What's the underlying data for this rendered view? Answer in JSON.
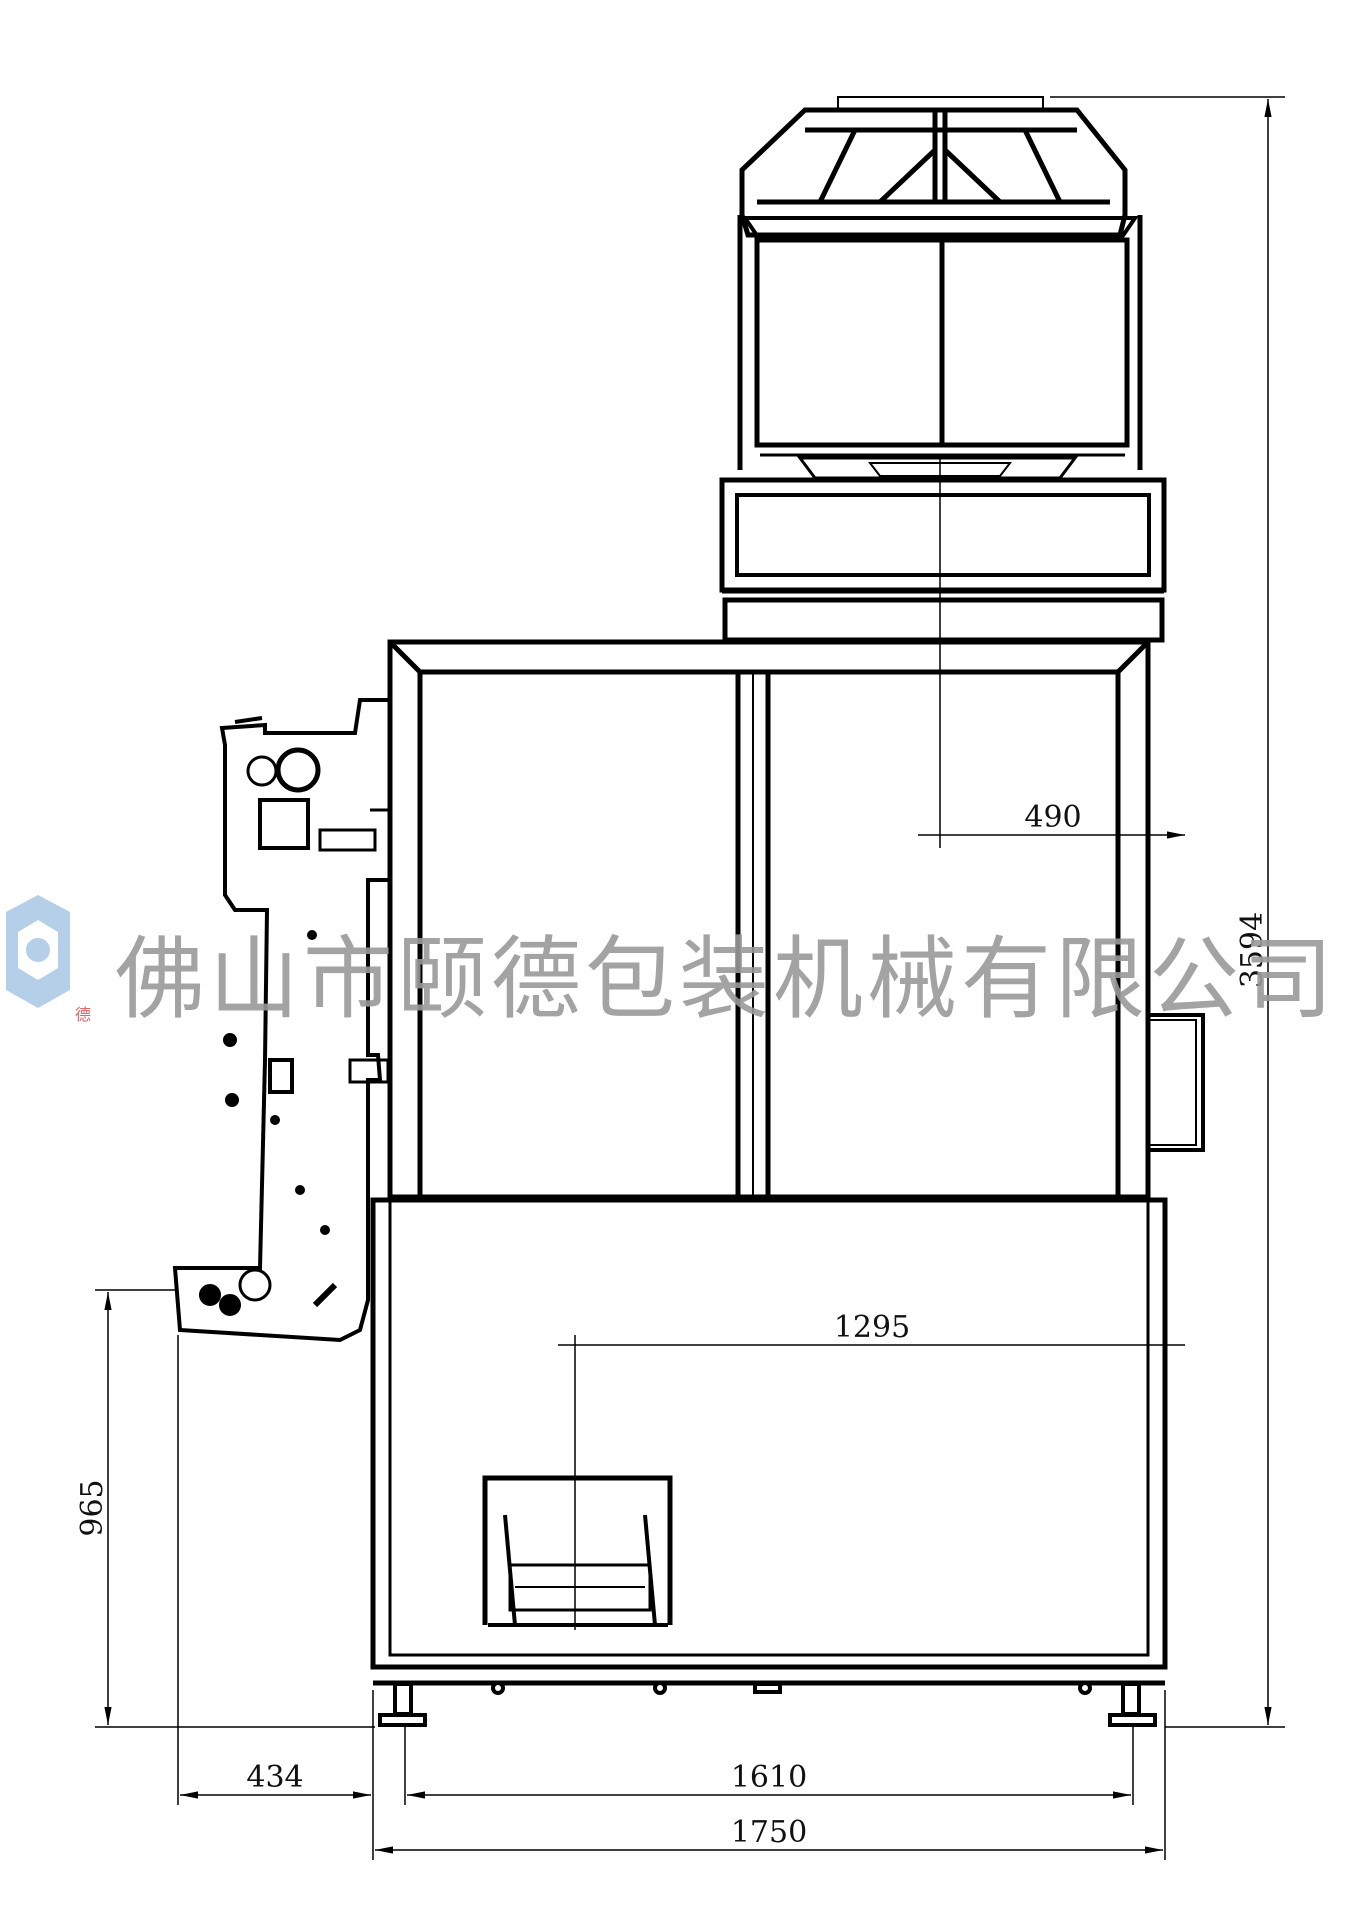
{
  "dimensions": {
    "total_height": "3594",
    "upper_offset": "490",
    "lower_offset": "1295",
    "outfeed_height": "965",
    "outfeed_reach": "434",
    "foot_span": "1610",
    "total_width": "1750"
  },
  "watermark": {
    "text": "佛山市颐德包装机械有限公司",
    "logo_text": "德"
  },
  "colors": {
    "line": "#000000",
    "background": "#ffffff",
    "watermark_text": "#9a9a9a",
    "logo": "#a9c7e6"
  }
}
